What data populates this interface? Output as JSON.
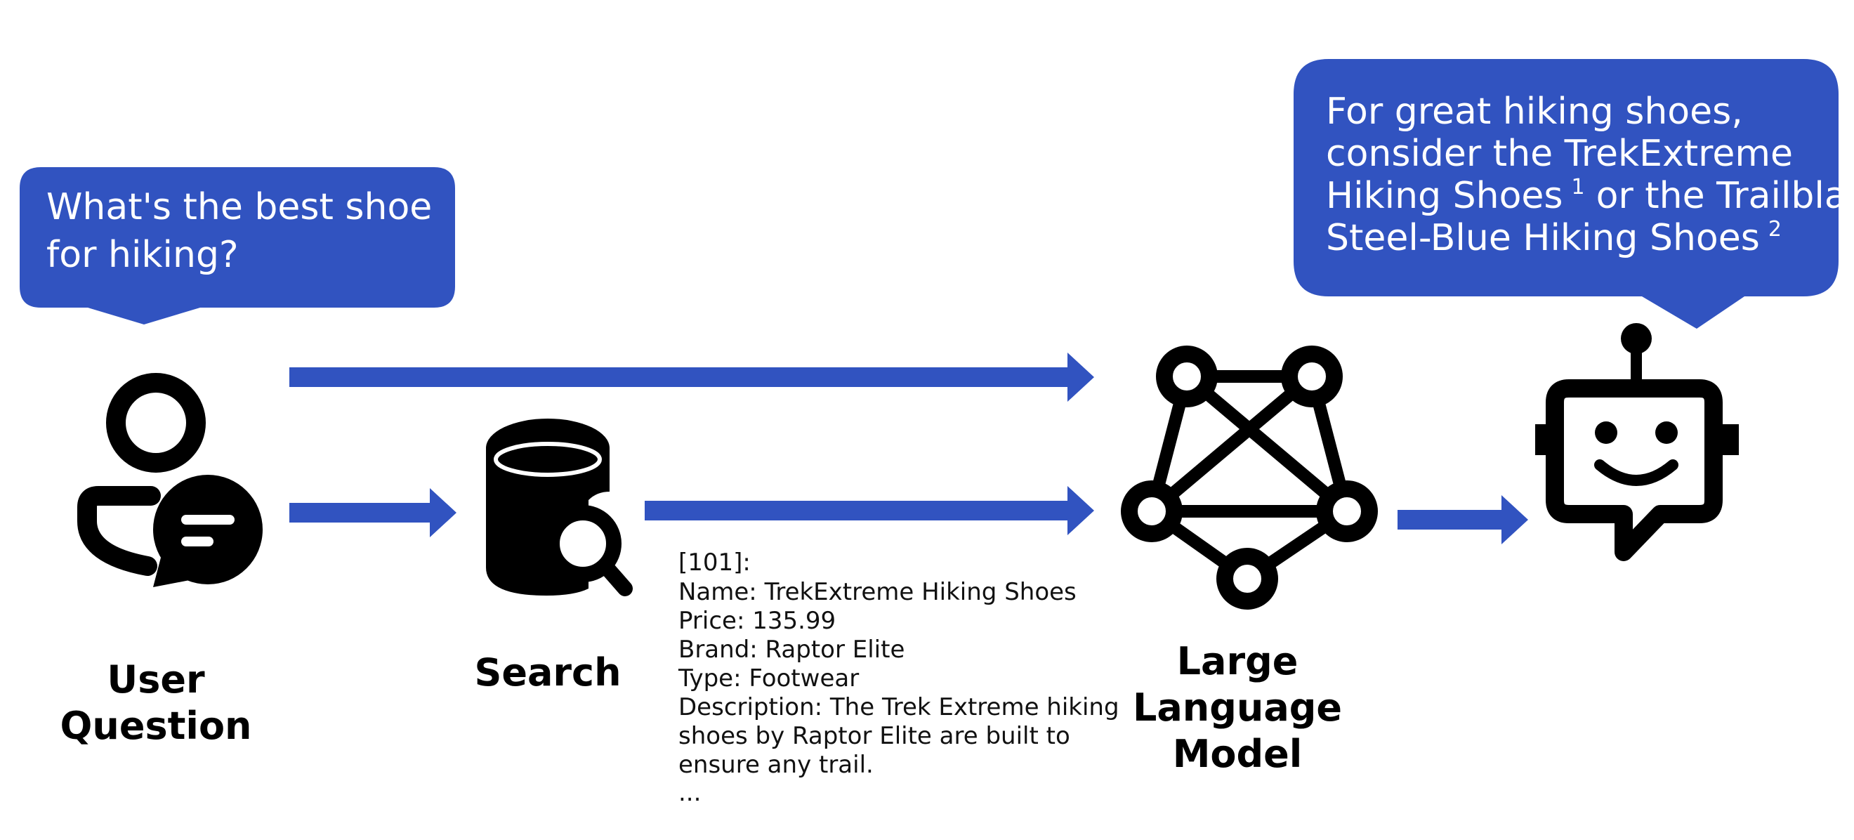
{
  "colors": {
    "accent": "#3153C0",
    "icon": "#000000",
    "text": "#000000",
    "background": "#ffffff"
  },
  "question_bubble": {
    "line1": "What's the best shoe",
    "line2": "for hiking?"
  },
  "answer_bubble": {
    "line1": "For great hiking shoes,",
    "line2": "consider the TrekExtreme",
    "line3_a": "Hiking Shoes",
    "line3_sup": "1",
    "line3_b": "or the Trailblaze",
    "line4_a": "Steel-Blue Hiking Shoes",
    "line4_sup": "2"
  },
  "nodes": {
    "user_label_line1": "User",
    "user_label_line2": "Question",
    "search_label": "Search",
    "llm_label_line1": "Large",
    "llm_label_line2": "Language",
    "llm_label_line3": "Model"
  },
  "icons": {
    "user": "user-chat-icon",
    "search": "database-search-icon",
    "llm": "network-graph-icon",
    "bot": "robot-chat-icon"
  },
  "search_result": [
    "[101]:",
    "Name: TrekExtreme Hiking Shoes",
    "Price: 135.99",
    "Brand: Raptor Elite",
    "Type: Footwear",
    "Description: The Trek Extreme hiking",
    "shoes by Raptor Elite are built to",
    "ensure any trail.",
    "..."
  ]
}
